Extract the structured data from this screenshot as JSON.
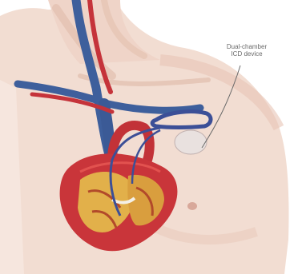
{
  "illustration": {
    "subject": "anatomical illustration of torso with heart and implanted device",
    "callout": {
      "line1": "Dual-chamber",
      "line2": "ICD device"
    }
  },
  "colors": {
    "skin": "#f1d8cd",
    "skin_shadow": "#e6c2b2",
    "vein": "#3e5f9c",
    "artery": "#c5333a",
    "heart": "#c9353a",
    "heart_interior": "#e2b04a",
    "device_wire": "#3c4f97"
  }
}
